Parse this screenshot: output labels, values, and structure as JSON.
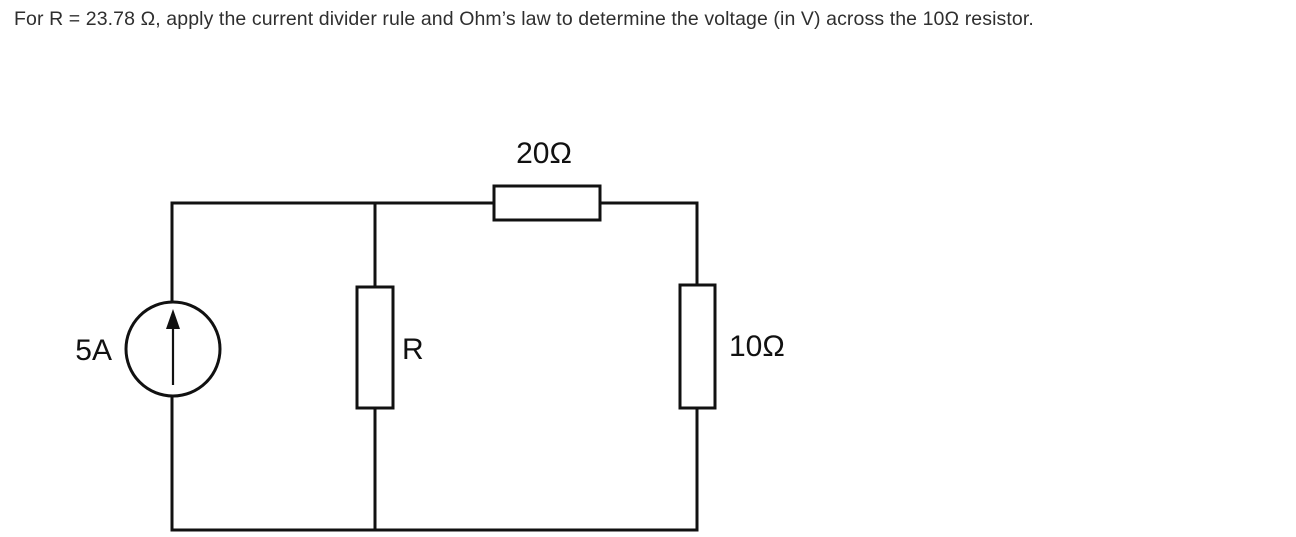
{
  "page": {
    "background_color": "#ffffff",
    "text_color": "#2f2f2f",
    "stroke_color": "#111111"
  },
  "question": {
    "text": "For R = 23.78 Ω, apply the current divider rule and Ohm’s law to determine the voltage (in V) across the 10Ω resistor.",
    "given_resistance": "23.78 Ω"
  },
  "circuit": {
    "title": "current-divider-circuit",
    "source": {
      "label": "5A",
      "type": "independent-current-source",
      "arrow_direction": "up"
    },
    "components": [
      {
        "id": "r-variable",
        "label": "R",
        "orientation": "vertical"
      },
      {
        "id": "r-20",
        "label": "20Ω",
        "orientation": "horizontal"
      },
      {
        "id": "r-10",
        "label": "10Ω",
        "orientation": "vertical"
      }
    ]
  }
}
